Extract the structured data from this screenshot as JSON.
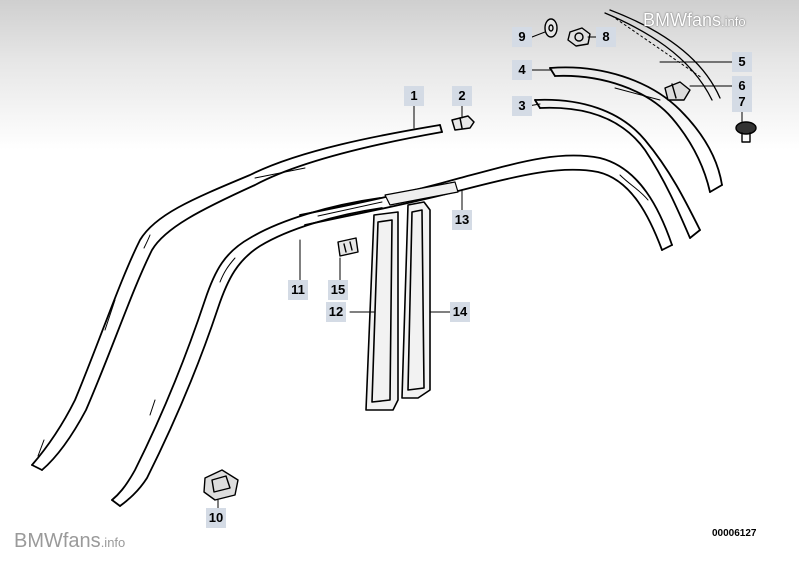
{
  "watermark_top": {
    "main": "BMWfans",
    "suffix": ".info"
  },
  "watermark_bottom": {
    "main": "BMWfans",
    "suffix": ".info"
  },
  "diagram_code": "00006127",
  "callouts": {
    "c1": "1",
    "c2": "2",
    "c3": "3",
    "c4": "4",
    "c5": "5",
    "c6": "6",
    "c7": "7",
    "c8": "8",
    "c9": "9",
    "c10": "10",
    "c11": "11",
    "c12": "12",
    "c13": "13",
    "c14": "14",
    "c15": "15"
  }
}
